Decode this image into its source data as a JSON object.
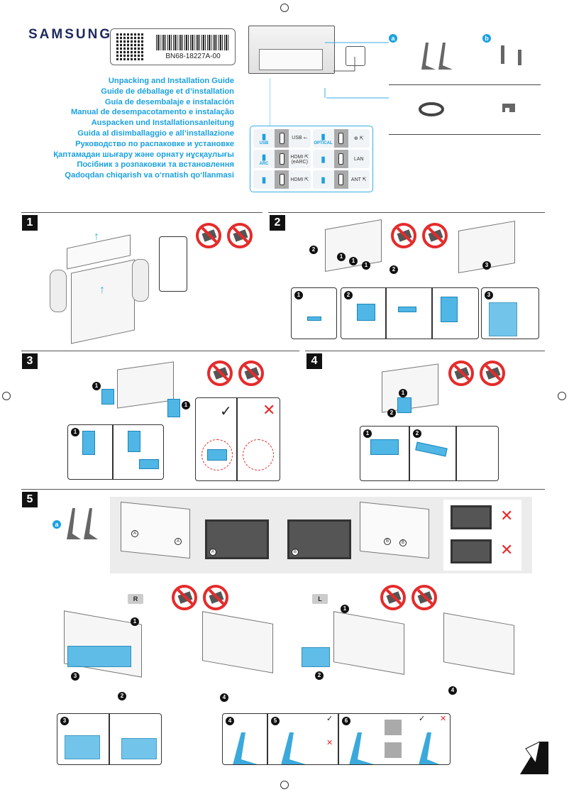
{
  "header": {
    "brand": "SAMSUNG",
    "part_number": "BN68-18227A-00",
    "titles": [
      "Unpacking and Installation Guide",
      "Guide de déballage et d’installation",
      "Guía de desembalaje e instalación",
      "Manual de desempacotamento e instalação",
      "Auspacken und Installationsanleitung",
      "Guida al disimballaggio e all’installazione",
      "Руководство по распаковке и установке",
      "Қаптамадан шығару және орнату нұсқаулығы",
      "Посібник з розпаковки та встановлення",
      "Qadoqdan chiqarish va o‘rnatish qo‘llanmasi"
    ],
    "title_color": "#1aa1e0"
  },
  "ports": [
    {
      "icon": "usb-icon",
      "icon_label": "USB",
      "name": "USB ⭠"
    },
    {
      "icon": "optical-icon",
      "icon_label": "OPTICAL",
      "name": "⊕ ⇱"
    },
    {
      "icon": "arc-icon",
      "icon_label": "ARC",
      "name": "HDMI ⇱ (eARC)"
    },
    {
      "icon": "lan-icon",
      "icon_label": "",
      "name": "LAN"
    },
    {
      "icon": "hdmi-icon",
      "icon_label": "",
      "name": "HDMI ⇱"
    },
    {
      "icon": "antenna-icon",
      "icon_label": "",
      "name": "ANT ⇱"
    }
  ],
  "accessories": {
    "a": "a",
    "b": "b"
  },
  "sections": [
    "1",
    "2",
    "3",
    "4",
    "5"
  ],
  "steps": {
    "s2": [
      "2",
      "1",
      "1",
      "1",
      "2",
      "3"
    ],
    "s2_panels": [
      "1",
      "2",
      "3"
    ],
    "s3": [
      "1",
      "1"
    ],
    "s3_panel": "1",
    "s4": [
      "1",
      "2"
    ],
    "s4_panels": [
      "1",
      "2"
    ],
    "s5_accessory": "a",
    "s5_markers": [
      "A",
      "A",
      "A",
      "B",
      "B",
      "B"
    ],
    "stage_r": "R",
    "stage_l": "L",
    "s5_r": [
      "1",
      "3",
      "2"
    ],
    "s5_l": [
      "1",
      "2",
      "4",
      "4"
    ],
    "bottom_left": "3",
    "bottom_right": [
      "4",
      "5",
      "6"
    ]
  },
  "marks": {
    "check": "✓",
    "cross": "✕"
  },
  "colors": {
    "accent": "#1aa1e0",
    "warning": "#e52b2b"
  }
}
